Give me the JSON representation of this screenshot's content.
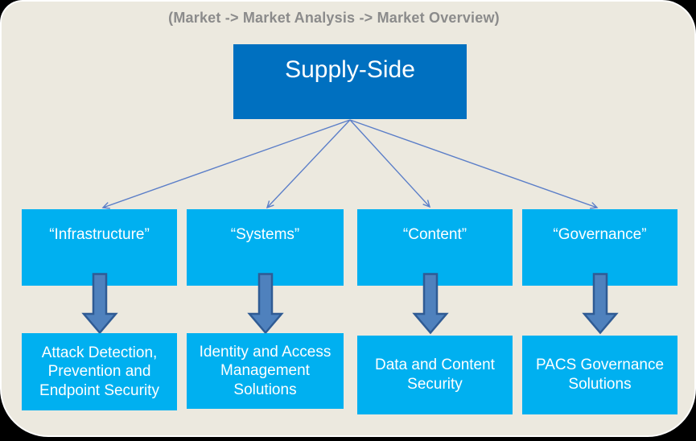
{
  "breadcrumb": "(Market -> Market Analysis -> Market Overview)",
  "diagram": {
    "root": {
      "label": "Supply-Side"
    },
    "categories": [
      {
        "label": "“Infrastructure”",
        "solution": "Attack Detection, Prevention and Endpoint Security"
      },
      {
        "label": "“Systems”",
        "solution": "Identity and Access Management Solutions"
      },
      {
        "label": "“Content”",
        "solution": "Data and Content Security"
      },
      {
        "label": "“Governance”",
        "solution": "PACS Governance Solutions"
      }
    ],
    "colors": {
      "background": "#ECE9DF",
      "breadcrumb_text": "#8B8B8B",
      "root_box": "#0070C0",
      "category_box": "#00B0F0",
      "block_arrow_fill": "#4F81BD",
      "block_arrow_border": "#2F5B94",
      "connector": "#5B7EC8"
    }
  }
}
